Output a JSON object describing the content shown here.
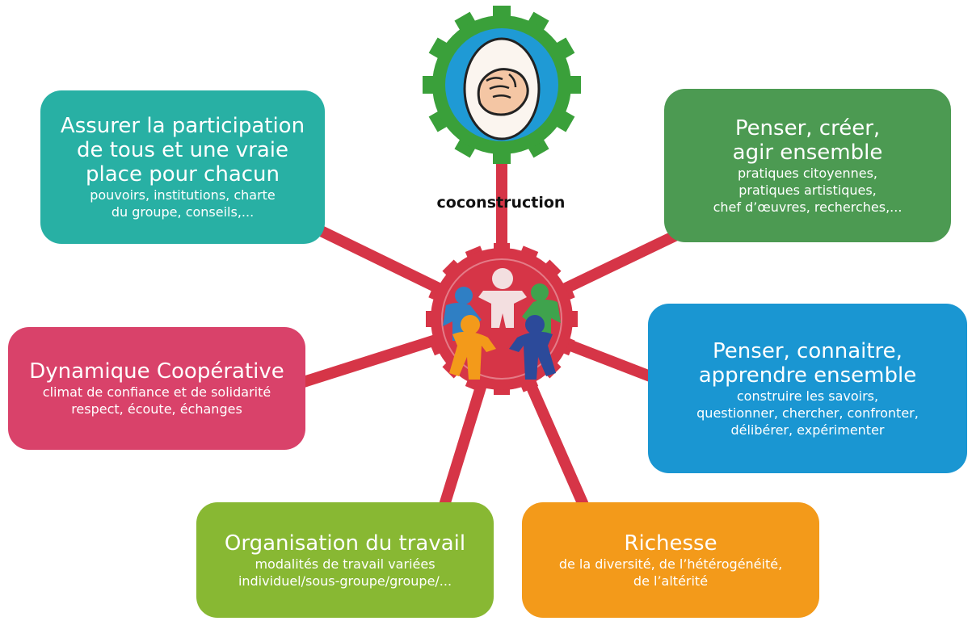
{
  "colors": {
    "connector": "#d63547",
    "gear_outer": "#3aa03a",
    "gear_inner": "#1f9ad5",
    "hub": "#d63547",
    "teal": "#28b0a4",
    "dark_green": "#4c9a52",
    "pink": "#d9426a",
    "blue": "#1a96d2",
    "light_green": "#88b833",
    "orange": "#f39a1a"
  },
  "top_gear": {
    "icon": "handshake-icon",
    "label": "coconstruction"
  },
  "hub": {
    "icon": "people-circle-icon"
  },
  "cards": {
    "participation": {
      "title_lines": [
        "Assurer la participation",
        "de tous et une vraie",
        "place pour chacun"
      ],
      "sub_lines": [
        "pouvoirs, institutions, charte",
        "du groupe, conseils,..."
      ]
    },
    "penser_creer": {
      "title_lines": [
        "Penser, créer,",
        "agir ensemble"
      ],
      "sub_lines": [
        "pratiques citoyennes,",
        "pratiques artistiques,",
        "chef d’œuvres, recherches,..."
      ]
    },
    "dynamique": {
      "title_lines": [
        "Dynamique Coopérative"
      ],
      "sub_lines": [
        "climat de confiance et de solidarité",
        "respect, écoute, échanges"
      ]
    },
    "penser_connaitre": {
      "title_lines": [
        "Penser, connaitre,",
        "apprendre ensemble"
      ],
      "sub_lines": [
        "construire les savoirs,",
        "questionner, chercher, confronter,",
        "délibérer, expérimenter"
      ]
    },
    "organisation": {
      "title_lines": [
        "Organisation du travail"
      ],
      "sub_lines": [
        "modalités de travail variées",
        "individuel/sous-groupe/groupe/..."
      ]
    },
    "richesse": {
      "title_lines": [
        "Richesse"
      ],
      "sub_lines": [
        "de la diversité, de l’hétérogénéité,",
        "de l’altérité"
      ]
    }
  }
}
